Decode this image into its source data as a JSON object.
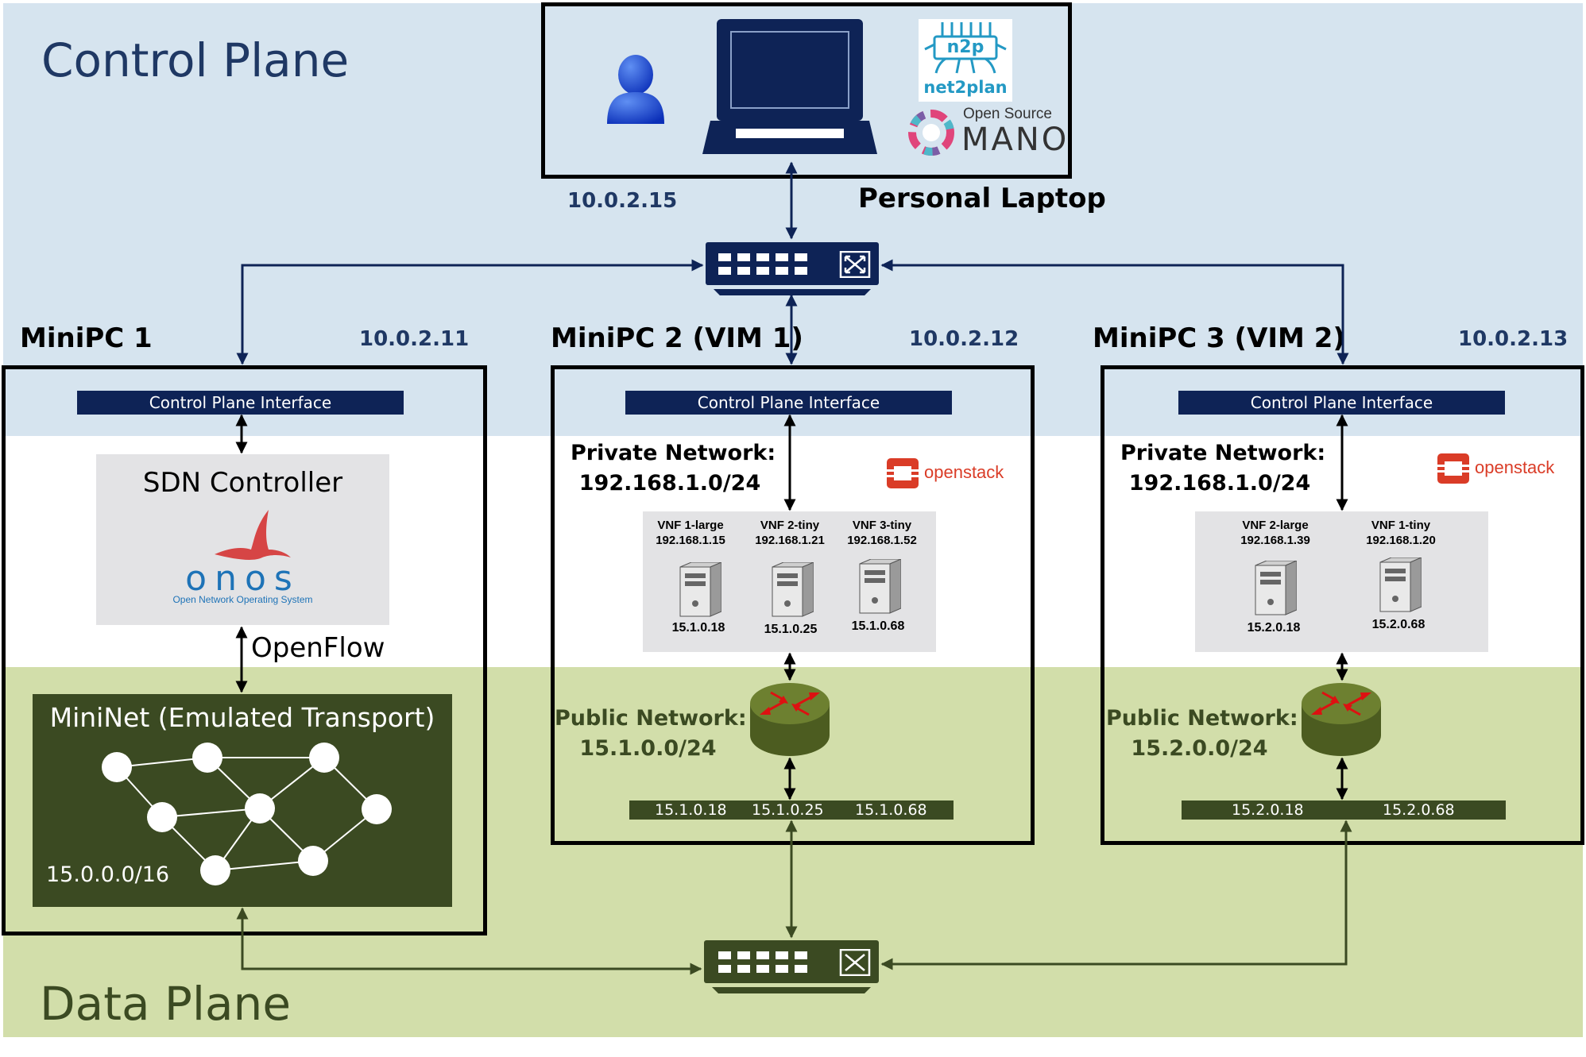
{
  "zones": {
    "control_plane": "Control Plane",
    "data_plane": "Data Plane"
  },
  "laptop": {
    "title": "Personal Laptop",
    "ip": "10.0.2.15"
  },
  "logos": {
    "n2p_badge": "n2p",
    "n2p_name": "net2plan",
    "mano_top": "Open Source",
    "mano_big": "MANO"
  },
  "minipc1": {
    "title": "MiniPC 1",
    "ip": "10.0.2.11",
    "cpi": "Control Plane Interface",
    "sdn_title": "SDN Controller",
    "onos_logo": "onos",
    "onos_sub": "Open Network Operating System",
    "openflow": "OpenFlow",
    "mininet_title": "MiniNet (Emulated Transport)",
    "mininet_net": "15.0.0.0/16"
  },
  "minipc2": {
    "title": "MiniPC 2 (VIM 1)",
    "ip": "10.0.2.12",
    "cpi": "Control Plane Interface",
    "private_label": "Private Network:",
    "private_net": "192.168.1.0/24",
    "openstack": "openstack",
    "public_label": "Public Network:",
    "public_net": "15.1.0.0/24",
    "vnfs": [
      {
        "name": "VNF 1-large",
        "priv": "192.168.1.15",
        "pub": "15.1.0.18"
      },
      {
        "name": "VNF 2-tiny",
        "priv": "192.168.1.21",
        "pub": "15.1.0.25"
      },
      {
        "name": "VNF 3-tiny",
        "priv": "192.168.1.52",
        "pub": "15.1.0.68"
      }
    ],
    "bus": [
      "15.1.0.18",
      "15.1.0.25",
      "15.1.0.68"
    ]
  },
  "minipc3": {
    "title": "MiniPC 3 (VIM 2)",
    "ip": "10.0.2.13",
    "cpi": "Control Plane Interface",
    "private_label": "Private Network:",
    "private_net": "192.168.1.0/24",
    "openstack": "openstack",
    "public_label": "Public Network:",
    "public_net": "15.2.0.0/24",
    "vnfs": [
      {
        "name": "VNF 2-large",
        "priv": "192.168.1.39",
        "pub": "15.2.0.18"
      },
      {
        "name": "VNF 1-tiny",
        "priv": "192.168.1.20",
        "pub": "15.2.0.68"
      }
    ],
    "bus": [
      "15.2.0.18",
      "15.2.0.68"
    ]
  },
  "colors": {
    "control_plane_bg": "#d6e4ef",
    "data_plane_bg": "#d2deaa",
    "navy": "#0e2356",
    "olive_dark": "#3b4a22",
    "mininet_bg": "#3b4a22",
    "router": "#57682a",
    "router_arrows": "#d11",
    "openstack_red": "#da3c27",
    "onos_blue": "#1e73b7",
    "onos_bird": "#d64545"
  }
}
